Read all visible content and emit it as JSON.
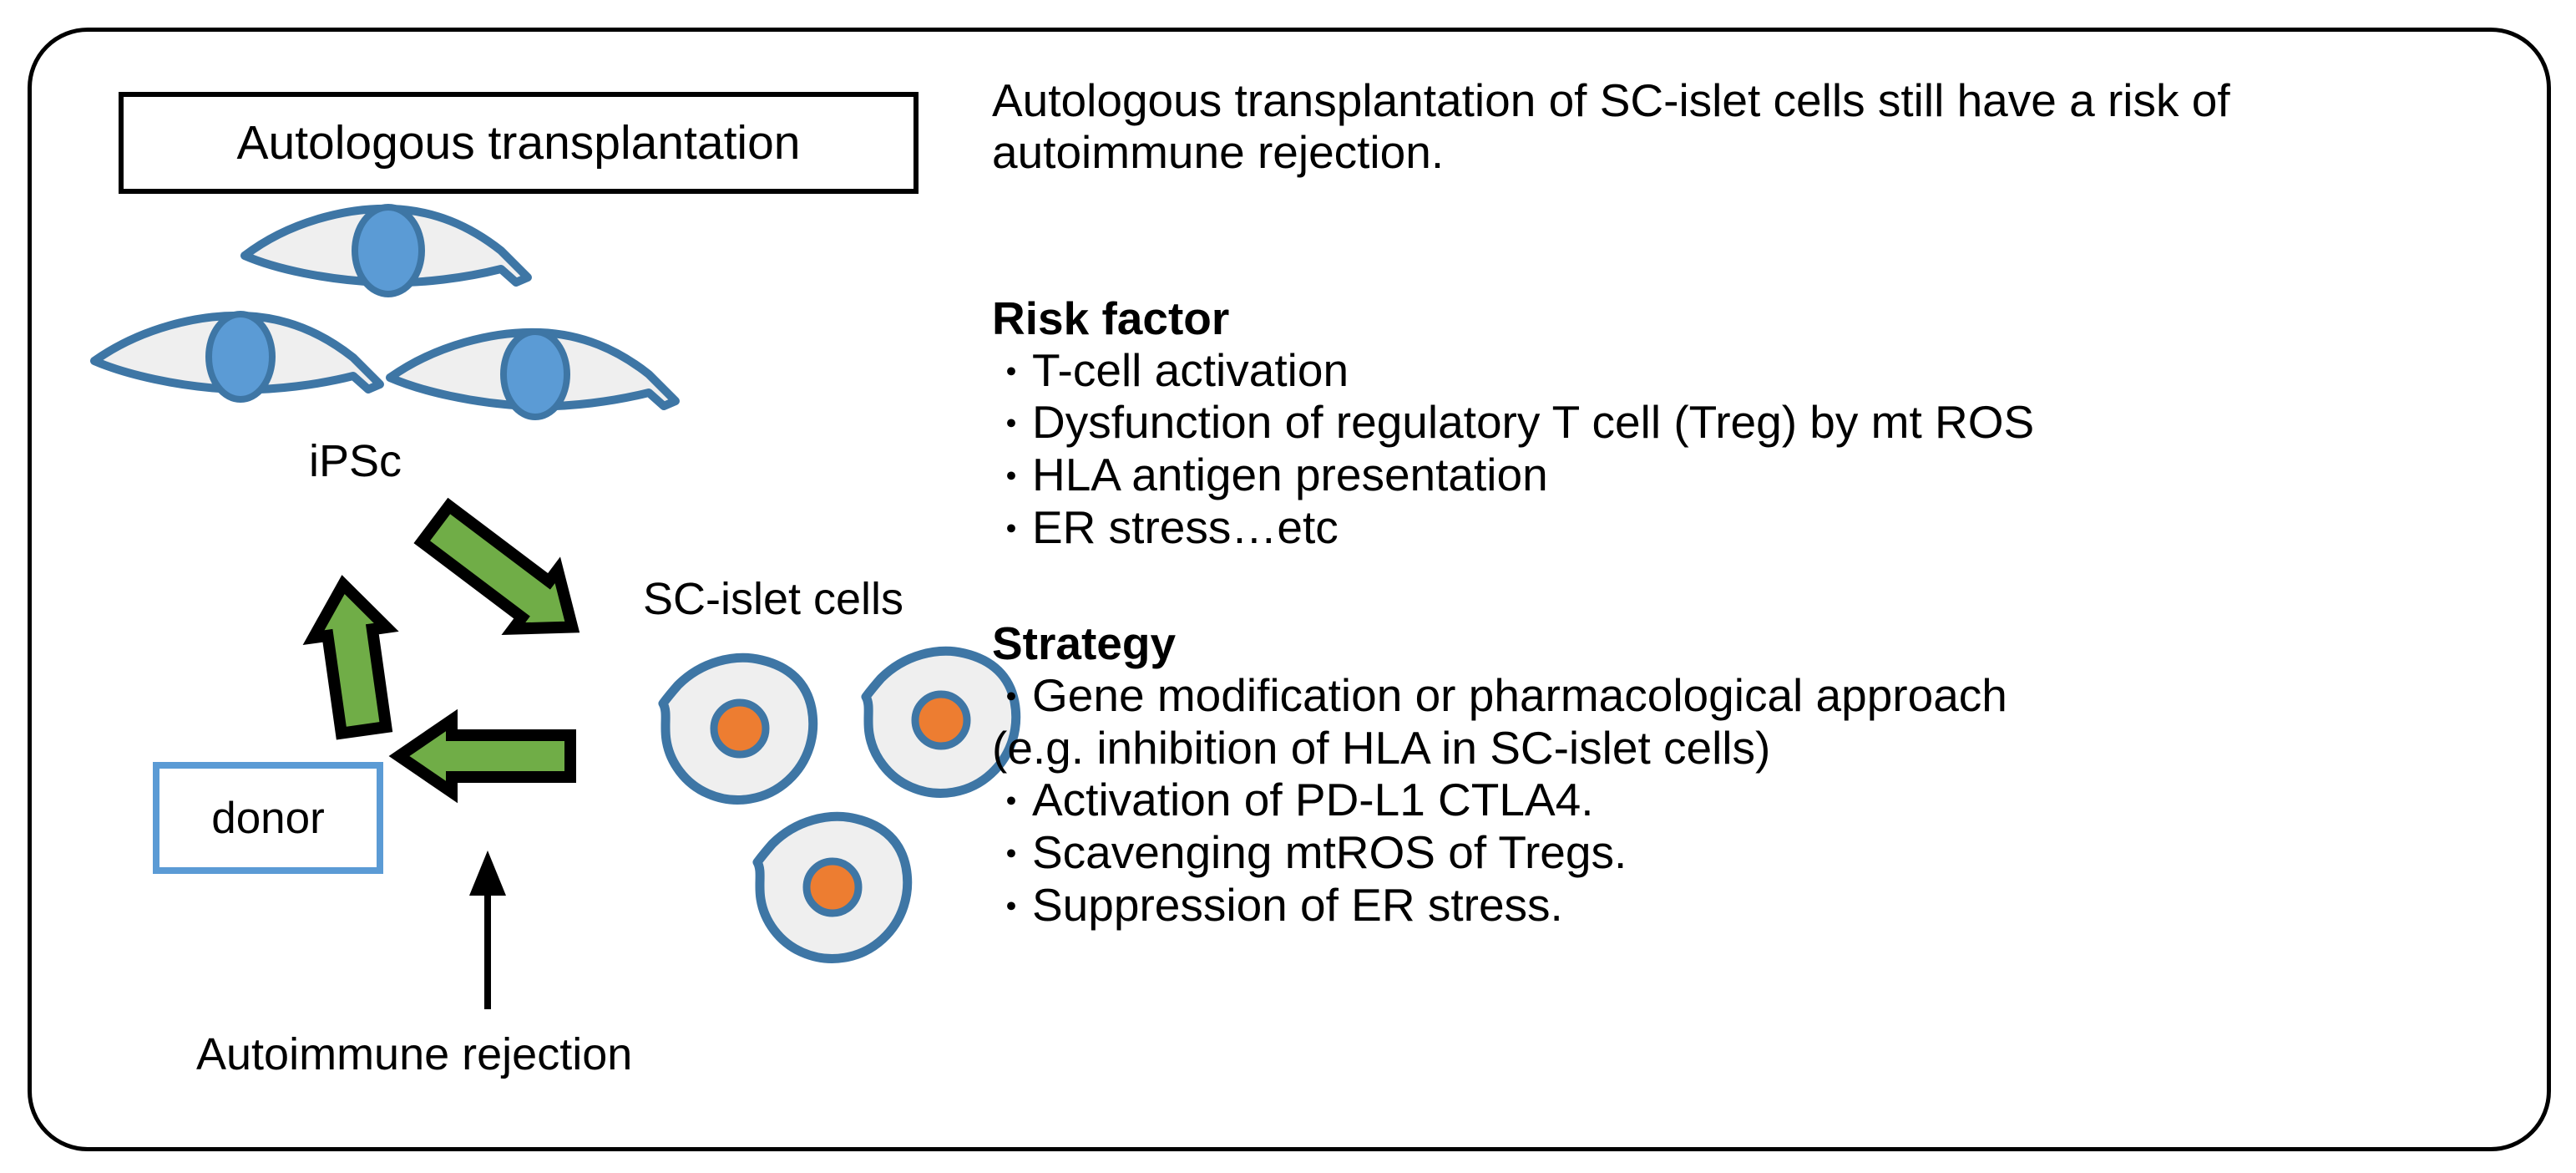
{
  "frame": {
    "border_color": "#000000",
    "background": "#ffffff"
  },
  "left_panel": {
    "title_box": {
      "label": "Autologous transplantation",
      "border_color": "#000000"
    },
    "labels": {
      "ipsc": "iPSc",
      "sc_islet": "SC-islet cells",
      "autoimmune": "Autoimmune rejection"
    },
    "donor_box": {
      "label": "donor",
      "border_color": "#5B9BD5"
    },
    "cells": {
      "ipsc_cell_fill": "#EFEFEF",
      "ipsc_cell_stroke": "#3E76A5",
      "ipsc_nucleus_fill": "#5B9BD5",
      "ipsc_nucleus_stroke": "#3E76A5",
      "islet_cell_fill": "#EFEFEF",
      "islet_cell_stroke": "#3E76A5",
      "islet_nucleus_fill": "#ED7D31",
      "islet_nucleus_stroke": "#3E76A5",
      "ipsc_count": 3,
      "sc_islet_count": 3
    },
    "arrows": {
      "green_fill": "#70AD47",
      "green_outline": "#000000",
      "thin_arrow_color": "#000000",
      "ipsc_to_islet": "arrow-diagonal-down-right",
      "donor_to_ipsc": "arrow-up",
      "islet_to_donor": "arrow-left",
      "autoimmune_to_flow": "arrow-up-thin"
    }
  },
  "right_panel": {
    "intro": "Autologous transplantation of SC-islet cells still have a risk of autoimmune rejection.",
    "risk_factor": {
      "heading": "Risk factor",
      "items": [
        "T-cell activation",
        "Dysfunction of regulatory T cell (Treg) by mt ROS",
        "HLA antigen presentation",
        "ER stress…etc"
      ]
    },
    "strategy": {
      "heading": "Strategy",
      "items": [
        "Gene modification or pharmacological approach",
        "(e.g. inhibition of HLA in SC-islet cells)",
        "Activation of PD-L1 CTLA4.",
        "Scavenging mtROS of Tregs.",
        "Suppression of ER stress."
      ],
      "item_has_bullet": [
        true,
        false,
        true,
        true,
        true
      ]
    },
    "bullet_glyph": "・"
  }
}
